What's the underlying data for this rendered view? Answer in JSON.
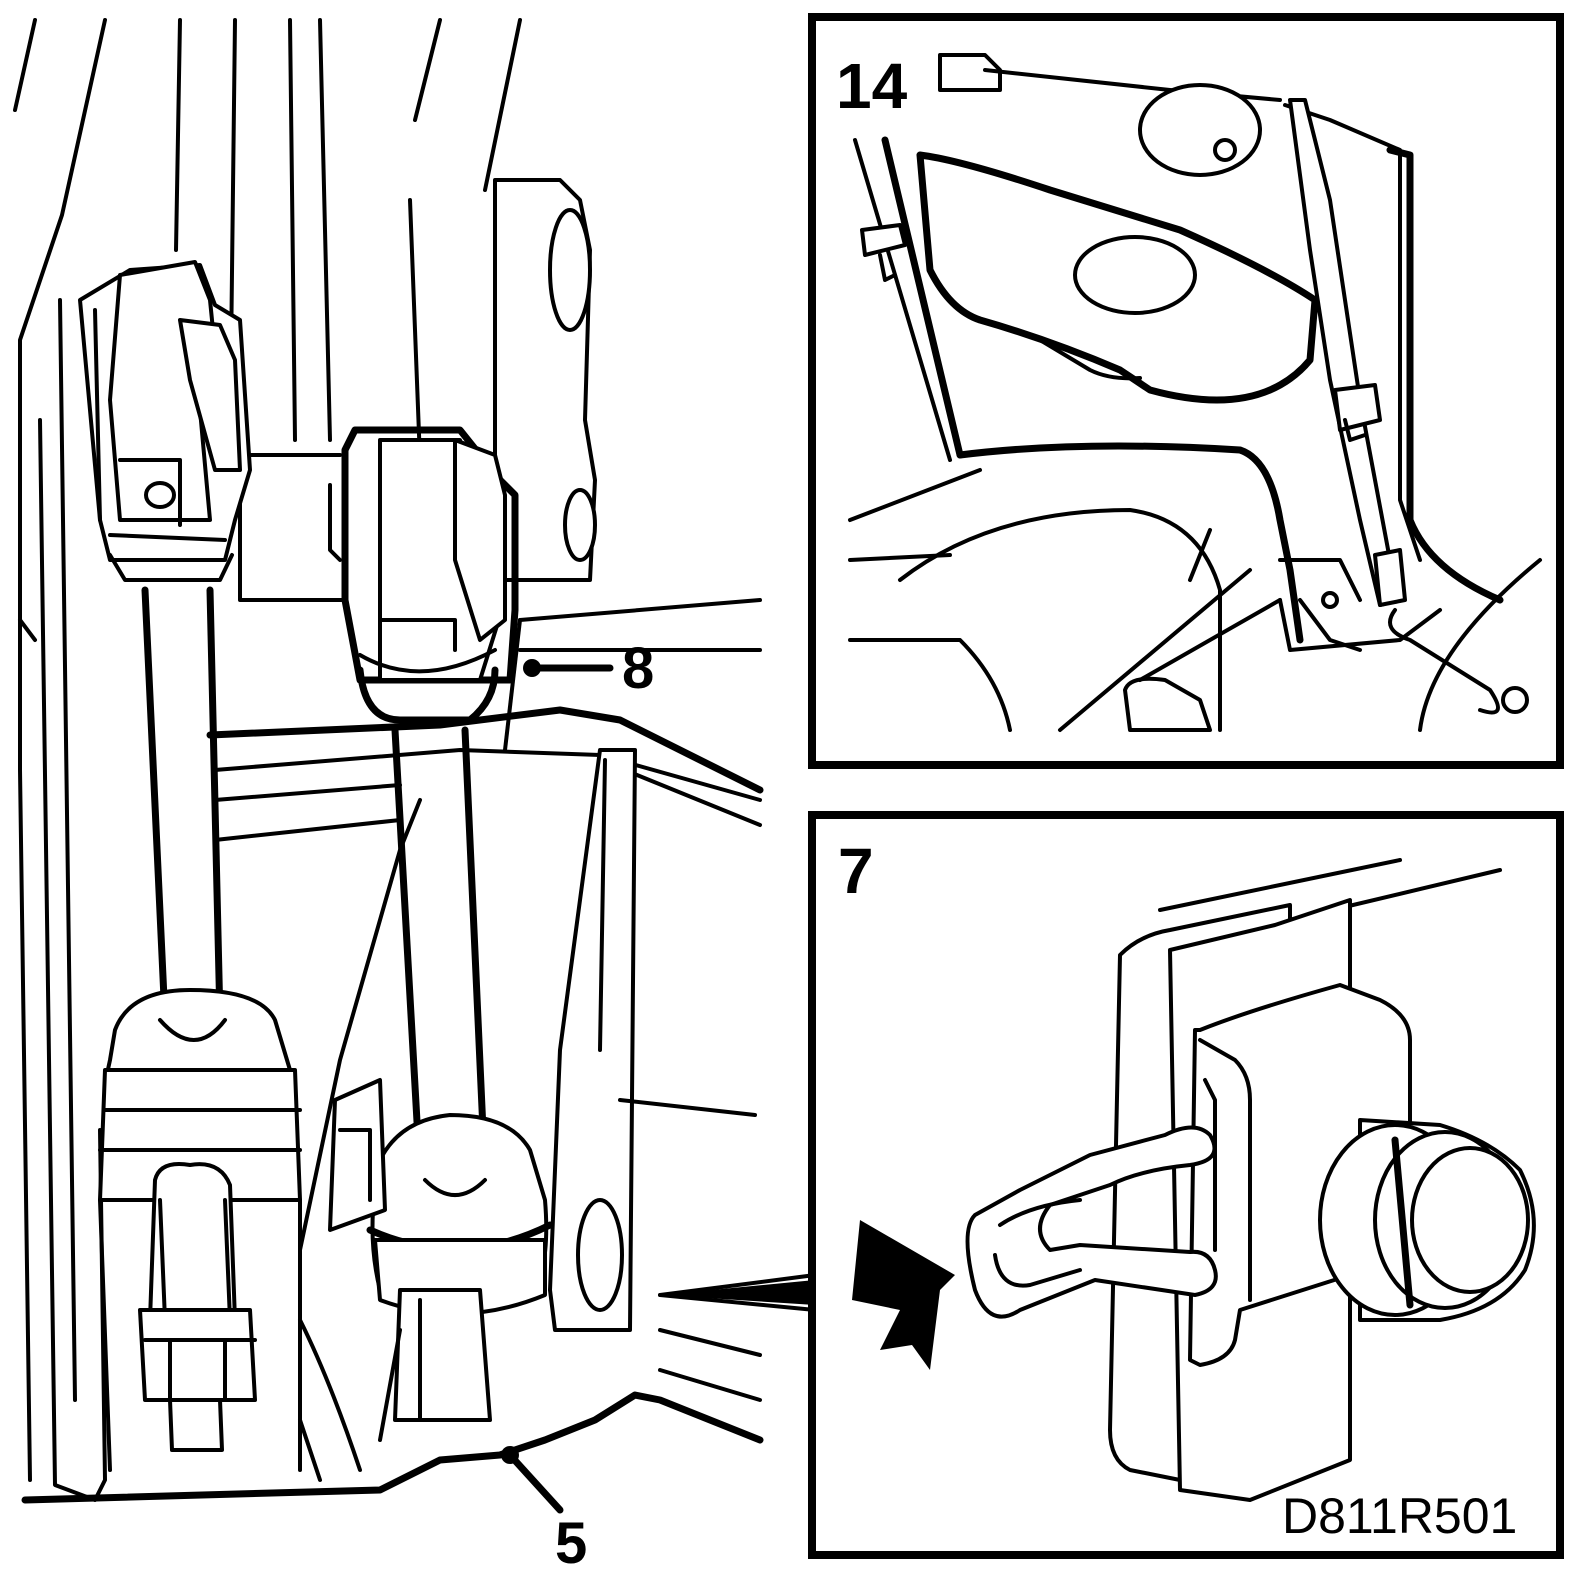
{
  "figure": {
    "code": "D811R501",
    "callouts": {
      "c8": "8",
      "c5": "5"
    },
    "insets": [
      {
        "id": "top",
        "label": "14"
      },
      {
        "id": "bottom",
        "label": "7"
      }
    ]
  },
  "colors": {
    "ink": "#000000",
    "paper": "#ffffff"
  }
}
